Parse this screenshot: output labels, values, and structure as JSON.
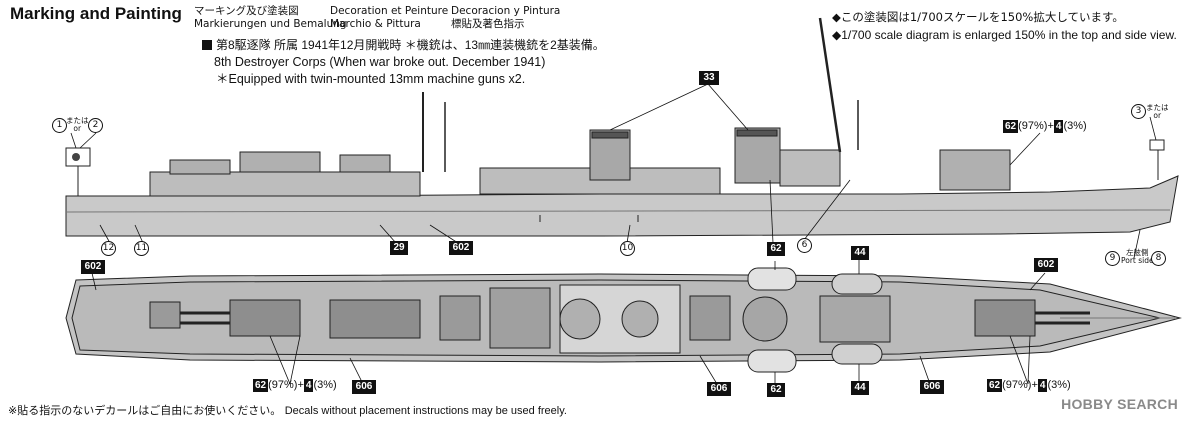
{
  "header": {
    "title": "Marking and Painting",
    "lang": [
      [
        "マーキング及び塗装図",
        "Markierungen und Bemalung"
      ],
      [
        "Decoration et Peinture",
        "Marchio & Pittura"
      ],
      [
        "Decoracion y Pintura",
        "標貼及著色指示"
      ]
    ]
  },
  "scale_notes": {
    "jp": "◆この塗装図は1/700スケールを150%拡大しています。",
    "en": "◆1/700 scale diagram is enlarged 150% in the top and side view."
  },
  "corps": {
    "jp": "第8駆逐隊 所属 1941年12月開戦時 ＊機銃は、13㎜連装機銃を2基装備。",
    "en1": "8th Destroyer Corps (When war broke out. December 1941)",
    "en2": "＊Equipped with twin-mounted 13mm machine guns x2."
  },
  "callouts": {
    "c33": "33",
    "c29": "29",
    "c602": "602",
    "c62": "62",
    "c606": "606",
    "c44": "44",
    "c4": "4",
    "pct97": "(97%)+",
    "pct3": "(3%)",
    "n1": "1",
    "n2": "2",
    "n3": "3",
    "n6": "6",
    "n8": "8",
    "n9": "9",
    "n10": "10",
    "n11": "11",
    "n12": "12",
    "or_jp": "または",
    "or_en": "or",
    "port_jp": "左舷側",
    "port_en": "Port side"
  },
  "footer": {
    "jp": "※貼る指示のないデカールはご自由にお使いください。",
    "en": "Decals without placement instructions may be used freely."
  },
  "watermark": "HOBBY SEARCH",
  "colors": {
    "hull": "#c9c9c9",
    "deck": "#bdbdbd",
    "line": "#222222"
  }
}
